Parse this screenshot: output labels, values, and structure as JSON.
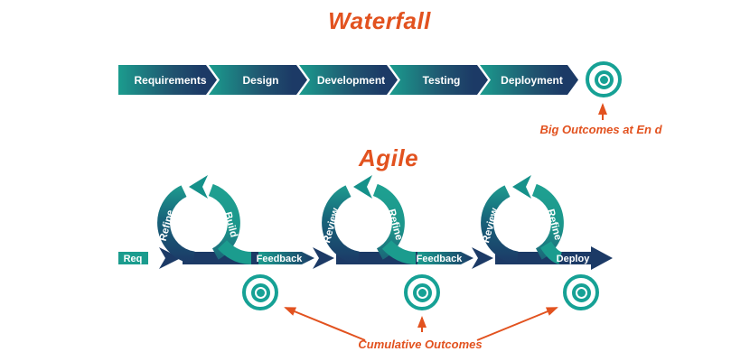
{
  "waterfall": {
    "title": "Waterfall",
    "stages": [
      "Requirements",
      "Design",
      "Development",
      "Testing",
      "Deployment"
    ],
    "outcome_label": "Big Outcomes at En d"
  },
  "agile": {
    "title": "Agile",
    "start_label": "Req",
    "loops": [
      {
        "left_label": "Refine",
        "right_label": "Build",
        "after_label": "Feedback"
      },
      {
        "left_label": "Review",
        "right_label": "Refine",
        "after_label": "Feedback"
      },
      {
        "left_label": "Review",
        "right_label": "Refine",
        "after_label": "Deploy"
      }
    ],
    "outcome_label": "Cumulative Outcomes"
  },
  "icons": {
    "bullseye": "bullseye-target",
    "loop_arrow": "circular-arrow-counterclockwise",
    "annotation_arrow": "orange-pointer-arrow"
  },
  "colors": {
    "navy": "#1C3A66",
    "teal": "#1B9C8E",
    "bullseye_teal": "#16A195",
    "orange": "#E2521F",
    "background": "#FFFFFF",
    "label_text": "#FFFFFF"
  }
}
